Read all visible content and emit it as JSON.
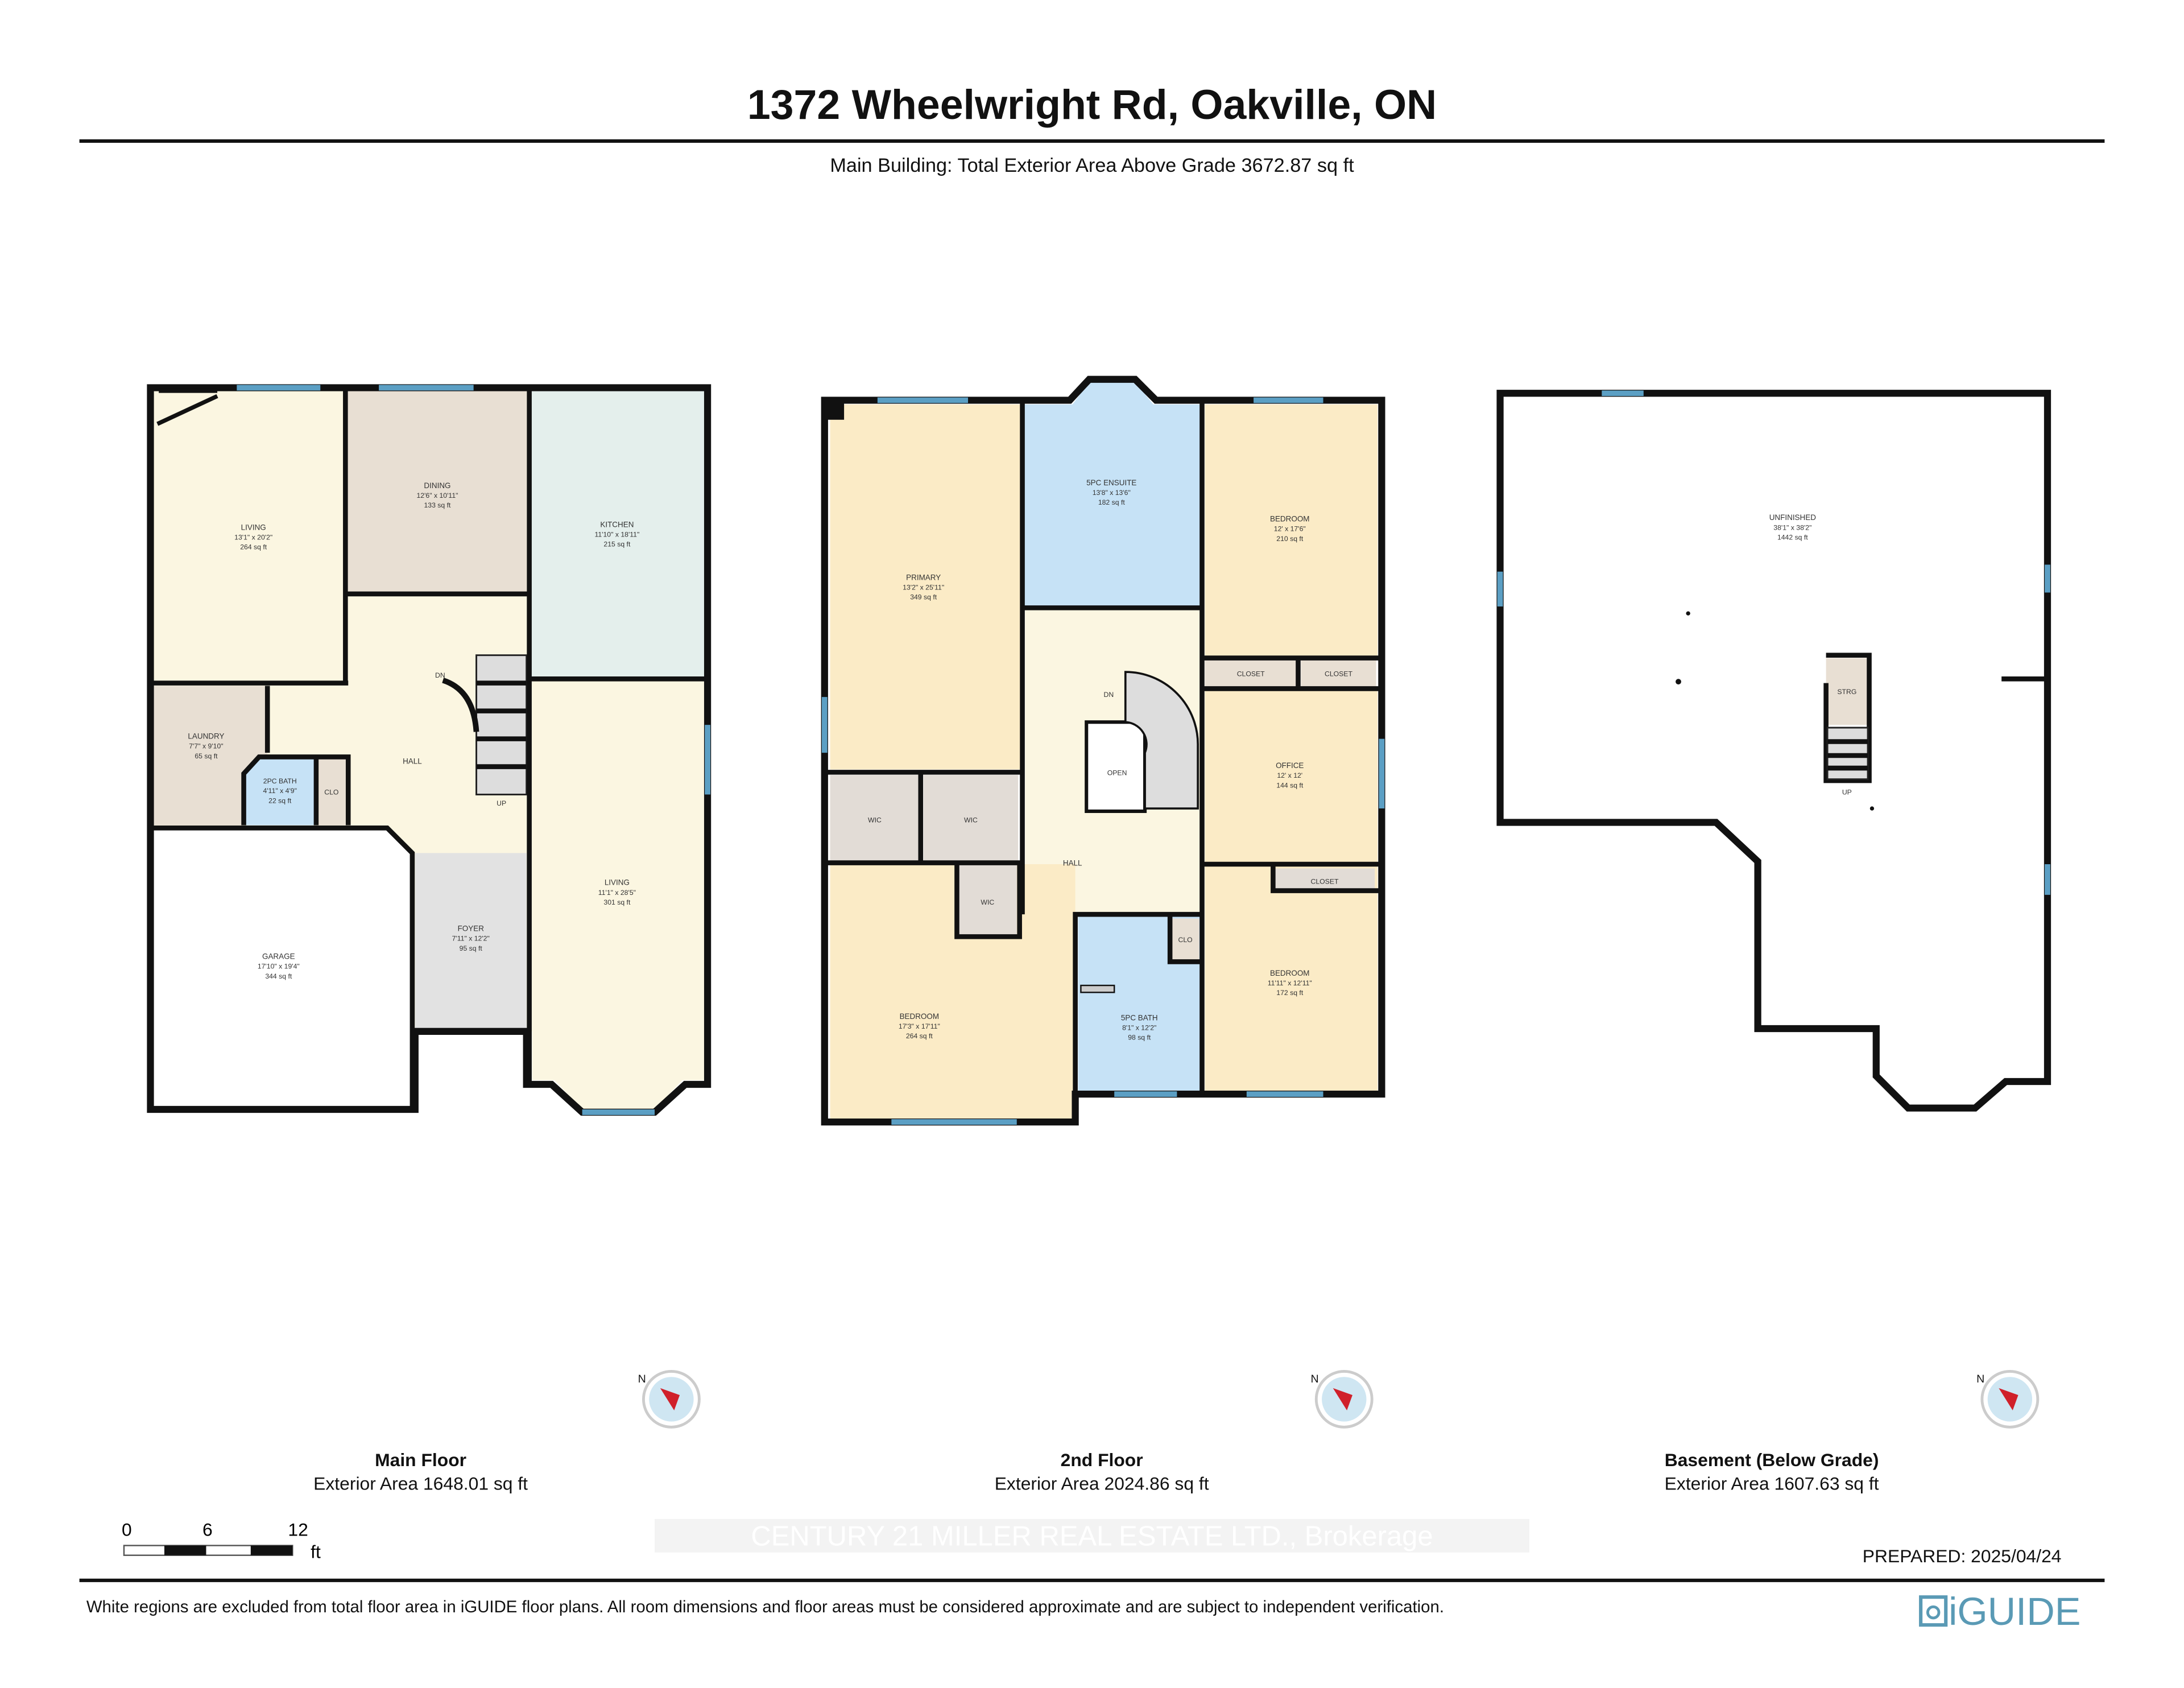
{
  "header": {
    "title": "1372 Wheelwright Rd, Oakville, ON",
    "subtitle": "Main Building: Total Exterior Area Above Grade 3672.87 sq ft"
  },
  "floors": [
    {
      "name": "Main Floor",
      "area": "Exterior Area 1648.01 sq ft",
      "rooms": [
        {
          "name": "LIVING",
          "dims": "13'1\" x 20'2\"",
          "area": "264 sq ft"
        },
        {
          "name": "DINING",
          "dims": "12'6\" x 10'11\"",
          "area": "133 sq ft"
        },
        {
          "name": "KITCHEN",
          "dims": "11'10\" x 18'11\"",
          "area": "215 sq ft"
        },
        {
          "name": "LAUNDRY",
          "dims": "7'7\" x 9'10\"",
          "area": "65 sq ft"
        },
        {
          "name": "2PC BATH",
          "dims": "4'11\" x 4'9\"",
          "area": "22 sq ft"
        },
        {
          "name": "CLO"
        },
        {
          "name": "HALL"
        },
        {
          "name": "GARAGE",
          "dims": "17'10\" x 19'4\"",
          "area": "344 sq ft"
        },
        {
          "name": "FOYER",
          "dims": "7'11\" x 12'2\"",
          "area": "95 sq ft"
        },
        {
          "name": "LIVING",
          "dims": "11'1\" x 28'5\"",
          "area": "301 sq ft"
        }
      ],
      "stair_labels": {
        "up": "UP",
        "dn": "DN"
      }
    },
    {
      "name": "2nd Floor",
      "area": "Exterior Area 2024.86 sq ft",
      "rooms": [
        {
          "name": "PRIMARY",
          "dims": "13'2\" x 25'11\"",
          "area": "349 sq ft"
        },
        {
          "name": "5PC ENSUITE",
          "dims": "13'8\" x 13'6\"",
          "area": "182 sq ft"
        },
        {
          "name": "BEDROOM",
          "dims": "12' x 17'6\"",
          "area": "210 sq ft"
        },
        {
          "name": "CLOSET"
        },
        {
          "name": "CLOSET"
        },
        {
          "name": "OFFICE",
          "dims": "12' x 12'",
          "area": "144 sq ft"
        },
        {
          "name": "OPEN"
        },
        {
          "name": "WIC"
        },
        {
          "name": "WIC"
        },
        {
          "name": "HALL"
        },
        {
          "name": "WIC"
        },
        {
          "name": "CLOSET"
        },
        {
          "name": "CLO"
        },
        {
          "name": "BEDROOM",
          "dims": "17'3\" x 17'11\"",
          "area": "264 sq ft"
        },
        {
          "name": "5PC BATH",
          "dims": "8'1\" x 12'2\"",
          "area": "98 sq ft"
        },
        {
          "name": "BEDROOM",
          "dims": "11'11\" x 12'11\"",
          "area": "172 sq ft"
        }
      ],
      "stair_labels": {
        "dn": "DN"
      }
    },
    {
      "name": "Basement (Below Grade)",
      "area": "Exterior Area 1607.63 sq ft",
      "rooms": [
        {
          "name": "UNFINISHED",
          "dims": "38'1\" x 38'2\"",
          "area": "1442 sq ft"
        },
        {
          "name": "STRG"
        }
      ],
      "stair_labels": {
        "up": "UP"
      }
    }
  ],
  "scale": {
    "ticks": [
      "0",
      "6",
      "12"
    ],
    "unit": "ft"
  },
  "watermark": "CENTURY 21 MILLER REAL ESTATE LTD., Brokerage",
  "prepared": "PREPARED: 2025/04/24",
  "disclaimer": "White regions are excluded from total floor area in iGUIDE floor plans. All room dimensions and floor areas must be considered approximate and are subject to independent verification.",
  "logo": "iGUIDE",
  "colors": {
    "cream": "#fbf6e1",
    "beige": "#e8dfd3",
    "mint": "#e4efec",
    "blue": "#c6e2f6",
    "grey": "#e2e2e2",
    "yellow": "#fbebc6",
    "logo": "#5a9ab5",
    "compass_red": "#d0202a"
  }
}
